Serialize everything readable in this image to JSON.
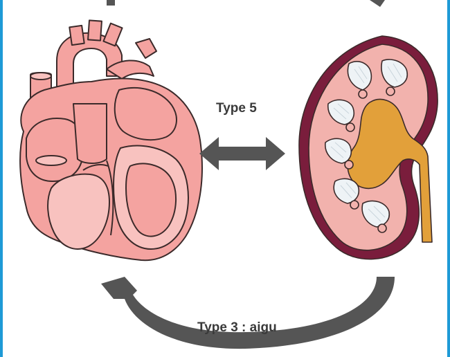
{
  "labels": {
    "type5": "Type 5",
    "type3": "Type 3 : aigu"
  },
  "colors": {
    "border": "#1e9ad6",
    "heart_fill": "#f4a3a0",
    "heart_outline": "#3b2a2a",
    "heart_light": "#f8c2bf",
    "kidney_cortex": "#7a1d3c",
    "kidney_medulla": "#f2b2ad",
    "kidney_pelvis": "#e2a03a",
    "pyramid_fill": "#eef3f6",
    "arrow": "#555555",
    "text": "#3a3a3a"
  },
  "icons": {
    "heart": "heart-illustration",
    "kidney": "kidney-illustration",
    "double_arrow": "double-arrow-icon",
    "curved_arrow": "curved-arrow-icon"
  }
}
